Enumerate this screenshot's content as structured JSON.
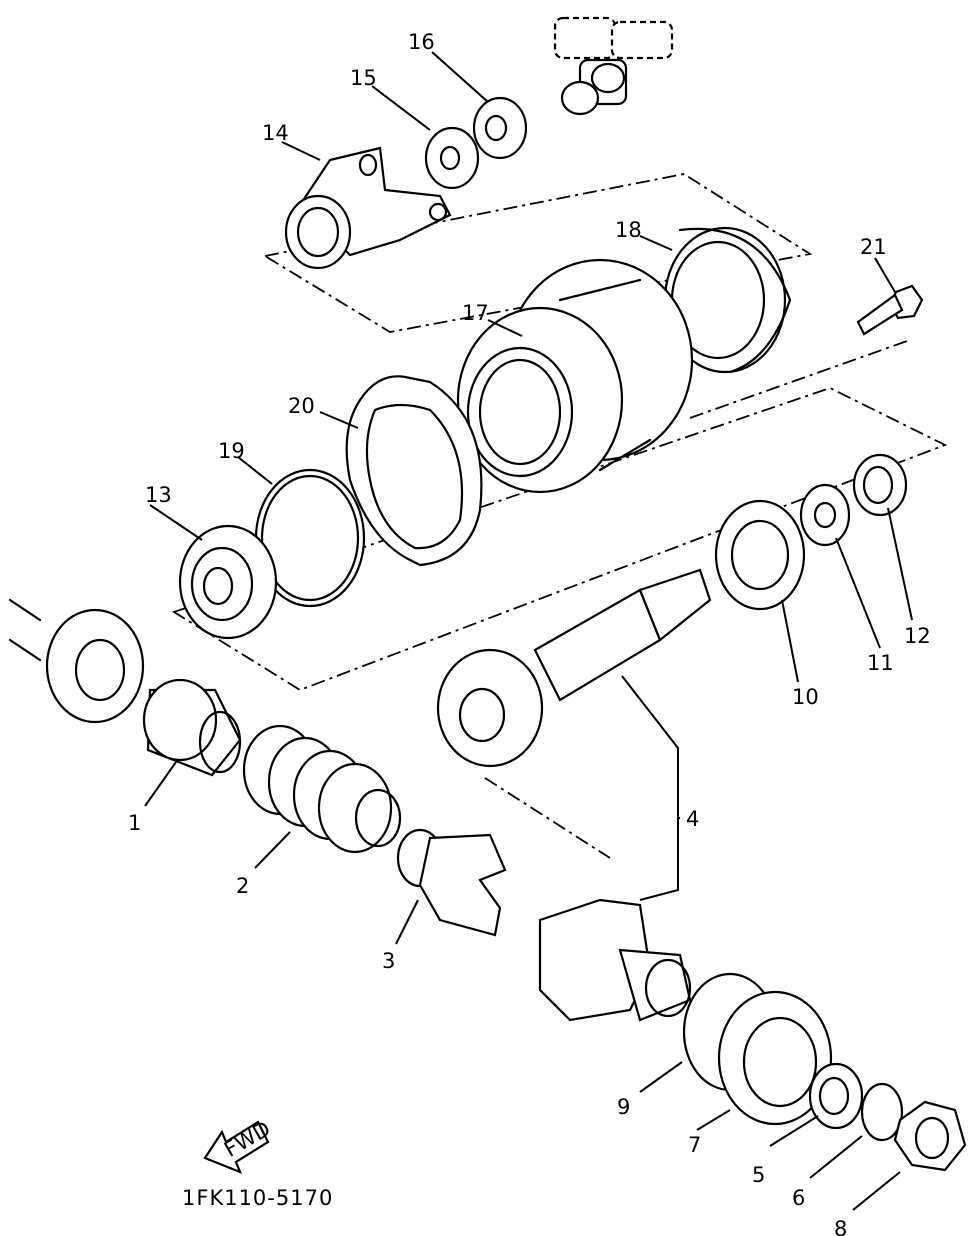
{
  "diagram": {
    "figure_code": "1FK110-5170",
    "fwd_label": "FWD",
    "callouts": [
      "1",
      "2",
      "3",
      "4",
      "5",
      "6",
      "7",
      "8",
      "9",
      "10",
      "11",
      "12",
      "13",
      "14",
      "15",
      "16",
      "17",
      "18",
      "19",
      "20",
      "21"
    ]
  }
}
